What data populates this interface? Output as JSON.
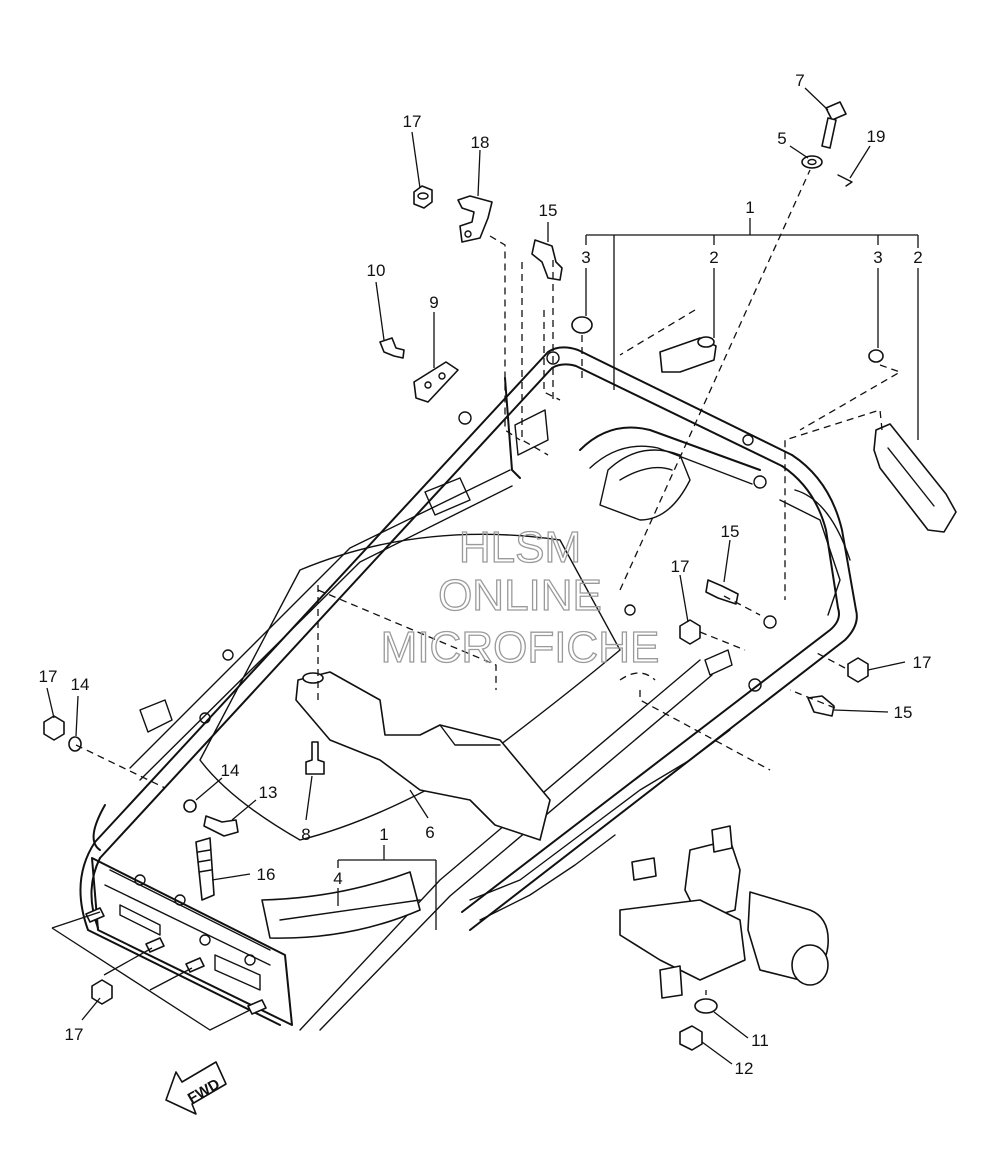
{
  "callouts": {
    "c1_top": "1",
    "c2_a": "2",
    "c2_b": "2",
    "c3_a": "3",
    "c3_b": "3",
    "c4": "4",
    "c5": "5",
    "c6": "6",
    "c7": "7",
    "c8": "8",
    "c9": "9",
    "c10": "10",
    "c11": "11",
    "c12": "12",
    "c13": "13",
    "c14_a": "14",
    "c14_b": "14",
    "c15_a": "15",
    "c15_b": "15",
    "c15_c": "15",
    "c16": "16",
    "c17_a": "17",
    "c17_b": "17",
    "c17_c": "17",
    "c17_d": "17",
    "c17_e": "17",
    "c18": "18",
    "c19": "19",
    "c1_bottom": "1"
  },
  "fwd_label": "FWD",
  "watermark": {
    "line1": "HLSM",
    "line2": "ONLINE",
    "line3": "MICROFICHE"
  },
  "icons": {
    "fwd": "fwd-arrow-icon"
  }
}
